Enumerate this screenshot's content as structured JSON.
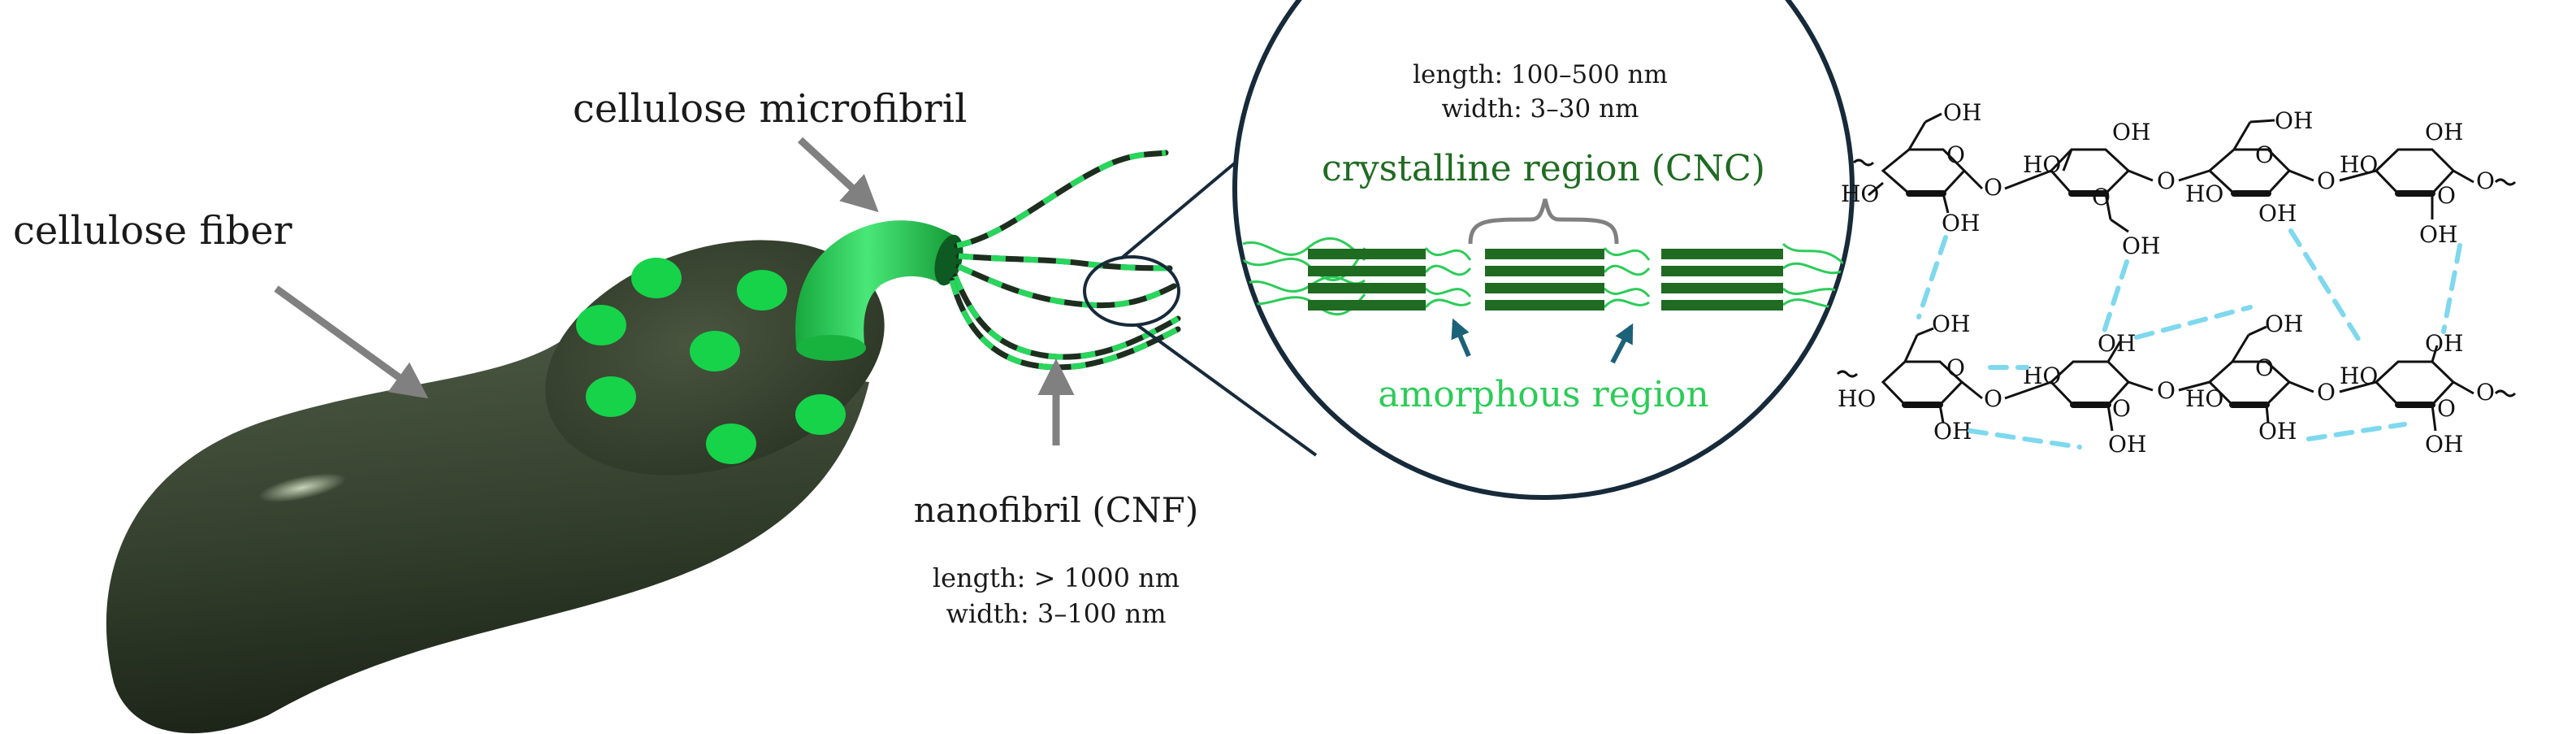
{
  "labels": {
    "fiber": "cellulose fiber",
    "microfibril": "cellulose microfibril",
    "nanofibril": "nanofibril (CNF)",
    "cnf_length": "length: > 1000 nm",
    "cnf_width": "width: 3–100 nm",
    "cnc_length": "length: 100–500 nm",
    "cnc_width": "width: 3–30 nm",
    "crystalline": "crystalline region (CNC)",
    "amorphous": "amorphous region"
  },
  "chem": {
    "oh": "OH",
    "ho": "HO",
    "o": "O"
  },
  "colors": {
    "fiber": "#36422f",
    "fibril_green": "#1fd14f",
    "crystalline_text": "#1f6b22",
    "amorphous_text": "#2ccc58",
    "hydrogen_bond": "#7ed8ee",
    "pointer_arrow": "#808080",
    "teal_arrow": "#1b6279"
  }
}
